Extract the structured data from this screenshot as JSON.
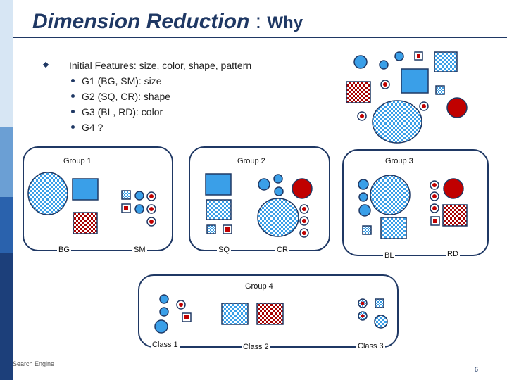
{
  "slide": {
    "title_main": "Dimension Reduction",
    "title_sep": ":",
    "title_why": "Why",
    "footer_left": "Search Engine",
    "page_number": "6"
  },
  "features": {
    "heading": "Initial Features: size, color, shape, pattern",
    "items": [
      "G1 (BG, SM):  size",
      "G2 (SQ, CR): shape",
      "G3 (BL, RD): color",
      "G4 ?"
    ]
  },
  "groups": {
    "group1": {
      "title": "Group 1",
      "left_label": "BG",
      "right_label": "SM"
    },
    "group2": {
      "title": "Group 2",
      "left_label": "SQ",
      "right_label": "CR"
    },
    "group3": {
      "title": "Group 3",
      "left_label": "BL",
      "right_label": "RD"
    },
    "group4": {
      "title": "Group 4",
      "class1": "Class 1",
      "class2": "Class 2",
      "class3": "Class 3"
    }
  },
  "colors": {
    "blue": "#3a9fe8",
    "dark_red": "#c00000",
    "pattern_blue": "#3a9fe8",
    "pattern_red": "#a80000",
    "outline": "#1f3864",
    "side_bands": [
      "#d7e6f4",
      "#6b9fd4",
      "#2a62ad",
      "#1c3f7a"
    ]
  }
}
